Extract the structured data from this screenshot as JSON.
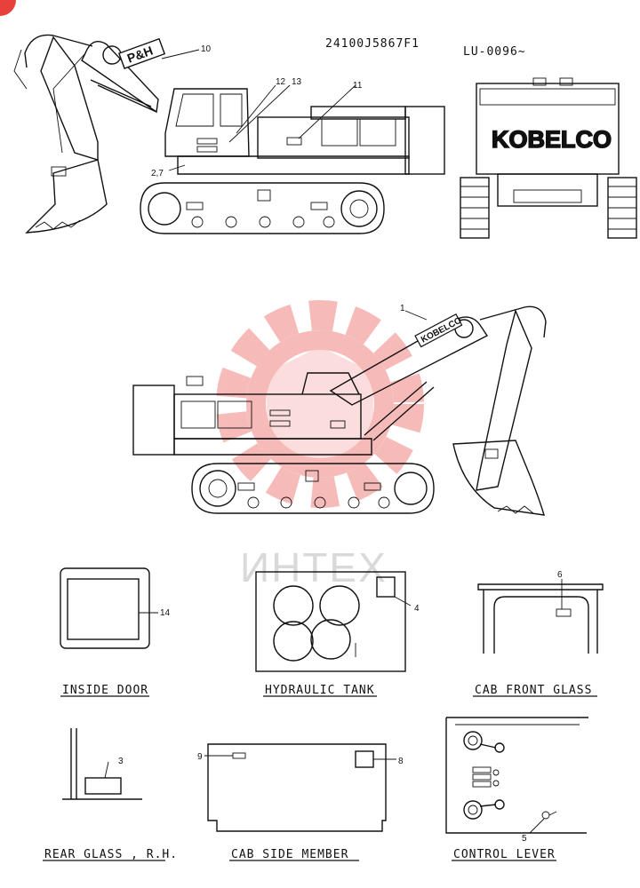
{
  "header": {
    "part_number": "24100J5867F1",
    "serial_range": "LU-0096~"
  },
  "watermark": {
    "text": "ИНТЕХ",
    "color": "#e8403a"
  },
  "decals": {
    "ph": "P&H",
    "kobelco_rear": "KOBELCO",
    "kobelco_boom": "KOBELCO"
  },
  "callouts": {
    "c10": "10",
    "c12": "12",
    "c13": "13",
    "c11": "11",
    "c27": "2,7",
    "c1": "1",
    "c14": "14",
    "c4": "4",
    "c6": "6",
    "c3": "3",
    "c9": "9",
    "c8": "8",
    "c5": "5"
  },
  "detail_labels": {
    "inside_door": "INSIDE DOOR",
    "hydraulic_tank": "HYDRAULIC TANK",
    "cab_front_glass": "CAB FRONT GLASS",
    "rear_glass": "REAR GLASS , R.H.",
    "cab_side_member": "CAB SIDE MEMBER",
    "control_lever": "CONTROL LEVER"
  },
  "icons": {
    "corner": "red-corner-badge-icon"
  }
}
